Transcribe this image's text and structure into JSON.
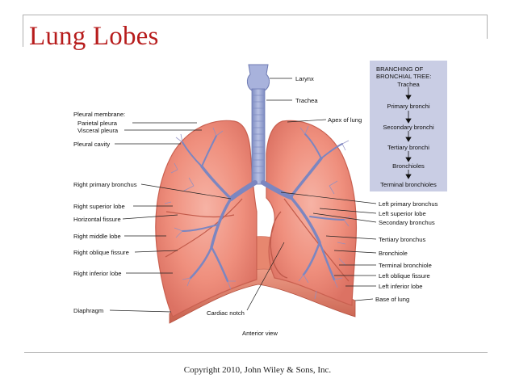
{
  "slide": {
    "title": "Lung Lobes",
    "copyright": "Copyright 2010, John Wiley & Sons, Inc."
  },
  "figure": {
    "caption": "Anterior view",
    "labels": {
      "larynx": "Larynx",
      "trachea": "Trachea",
      "apex_of_lung": "Apex of lung",
      "pleural_membrane": "Pleural membrane:",
      "parietal_pleura": "Parietal pleura",
      "visceral_pleura": "Visceral pleura",
      "pleural_cavity": "Pleural cavity",
      "right_primary_bronchus": "Right primary bronchus",
      "right_superior_lobe": "Right superior lobe",
      "horizontal_fissure": "Horizontal fissure",
      "right_middle_lobe": "Right middle lobe",
      "right_oblique_fissure": "Right oblique fissure",
      "right_inferior_lobe": "Right inferior lobe",
      "diaphragm": "Diaphragm",
      "cardiac_notch": "Cardiac notch",
      "left_primary_bronchus": "Left primary bronchus",
      "left_superior_lobe": "Left superior lobe",
      "secondary_bronchus": "Secondary bronchus",
      "tertiary_bronchus": "Tertiary bronchus",
      "bronchiole": "Bronchiole",
      "terminal_bronchiole": "Terminal bronchiole",
      "left_oblique_fissure": "Left oblique fissure",
      "left_inferior_lobe": "Left inferior lobe",
      "base_of_lung": "Base of lung"
    },
    "branching_box": {
      "title_line1": "BRANCHING OF",
      "title_line2": "BRONCHIAL TREE:",
      "steps": [
        "Trachea",
        "Primary bronchi",
        "Secondary bronchi",
        "Tertiary bronchi",
        "Bronchioles",
        "Terminal bronchioles"
      ]
    },
    "colors": {
      "lung": "#ef8f7d",
      "lung_edge": "#d26a5a",
      "airway": "#8c98c9",
      "box": "#c9cde4",
      "title": "#b71c1c"
    }
  }
}
